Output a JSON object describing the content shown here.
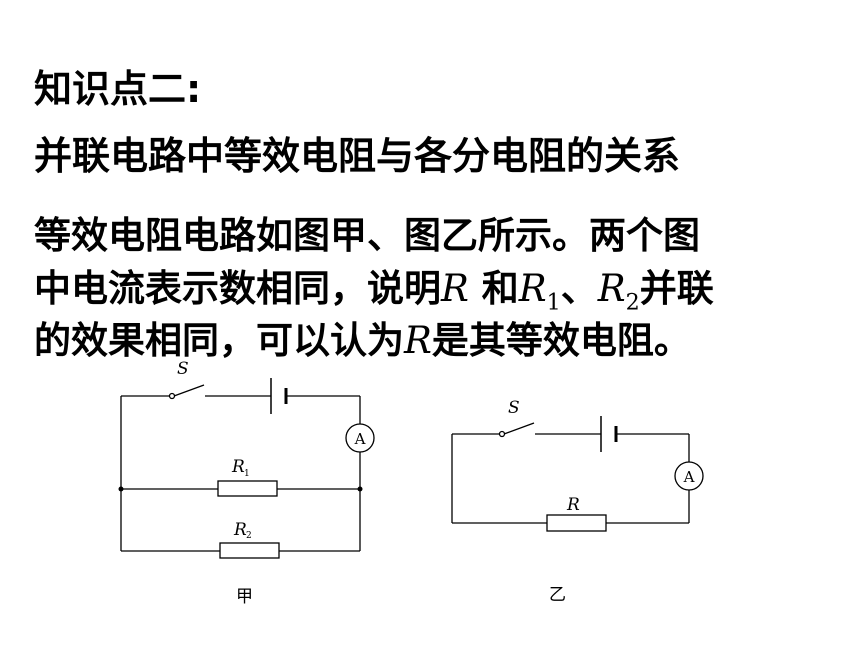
{
  "heading": "知识点二:",
  "subheading": "并联电路中等效电阻与各分电阻的关系",
  "body": {
    "line1": "等效电阻电路如图甲、图乙所示。两个图",
    "line2_pre": "中电流表示数相同，说明",
    "var_R": "R",
    "line2_mid": " 和",
    "var_R1": "R",
    "sub_1": "1",
    "sep": "、",
    "var_R2": "R",
    "sub_2": "2",
    "line2_post": "并联",
    "line3_pre": "的效果相同，可以认为",
    "line3_post": "是其等效电阻。"
  },
  "circuit_a": {
    "switch_label": "S",
    "r1_label": "R",
    "r1_sub": "1",
    "r2_label": "R",
    "r2_sub": "2",
    "ammeter_label": "A",
    "caption": "甲"
  },
  "circuit_b": {
    "switch_label": "S",
    "r_label": "R",
    "ammeter_label": "A",
    "caption": "乙"
  }
}
